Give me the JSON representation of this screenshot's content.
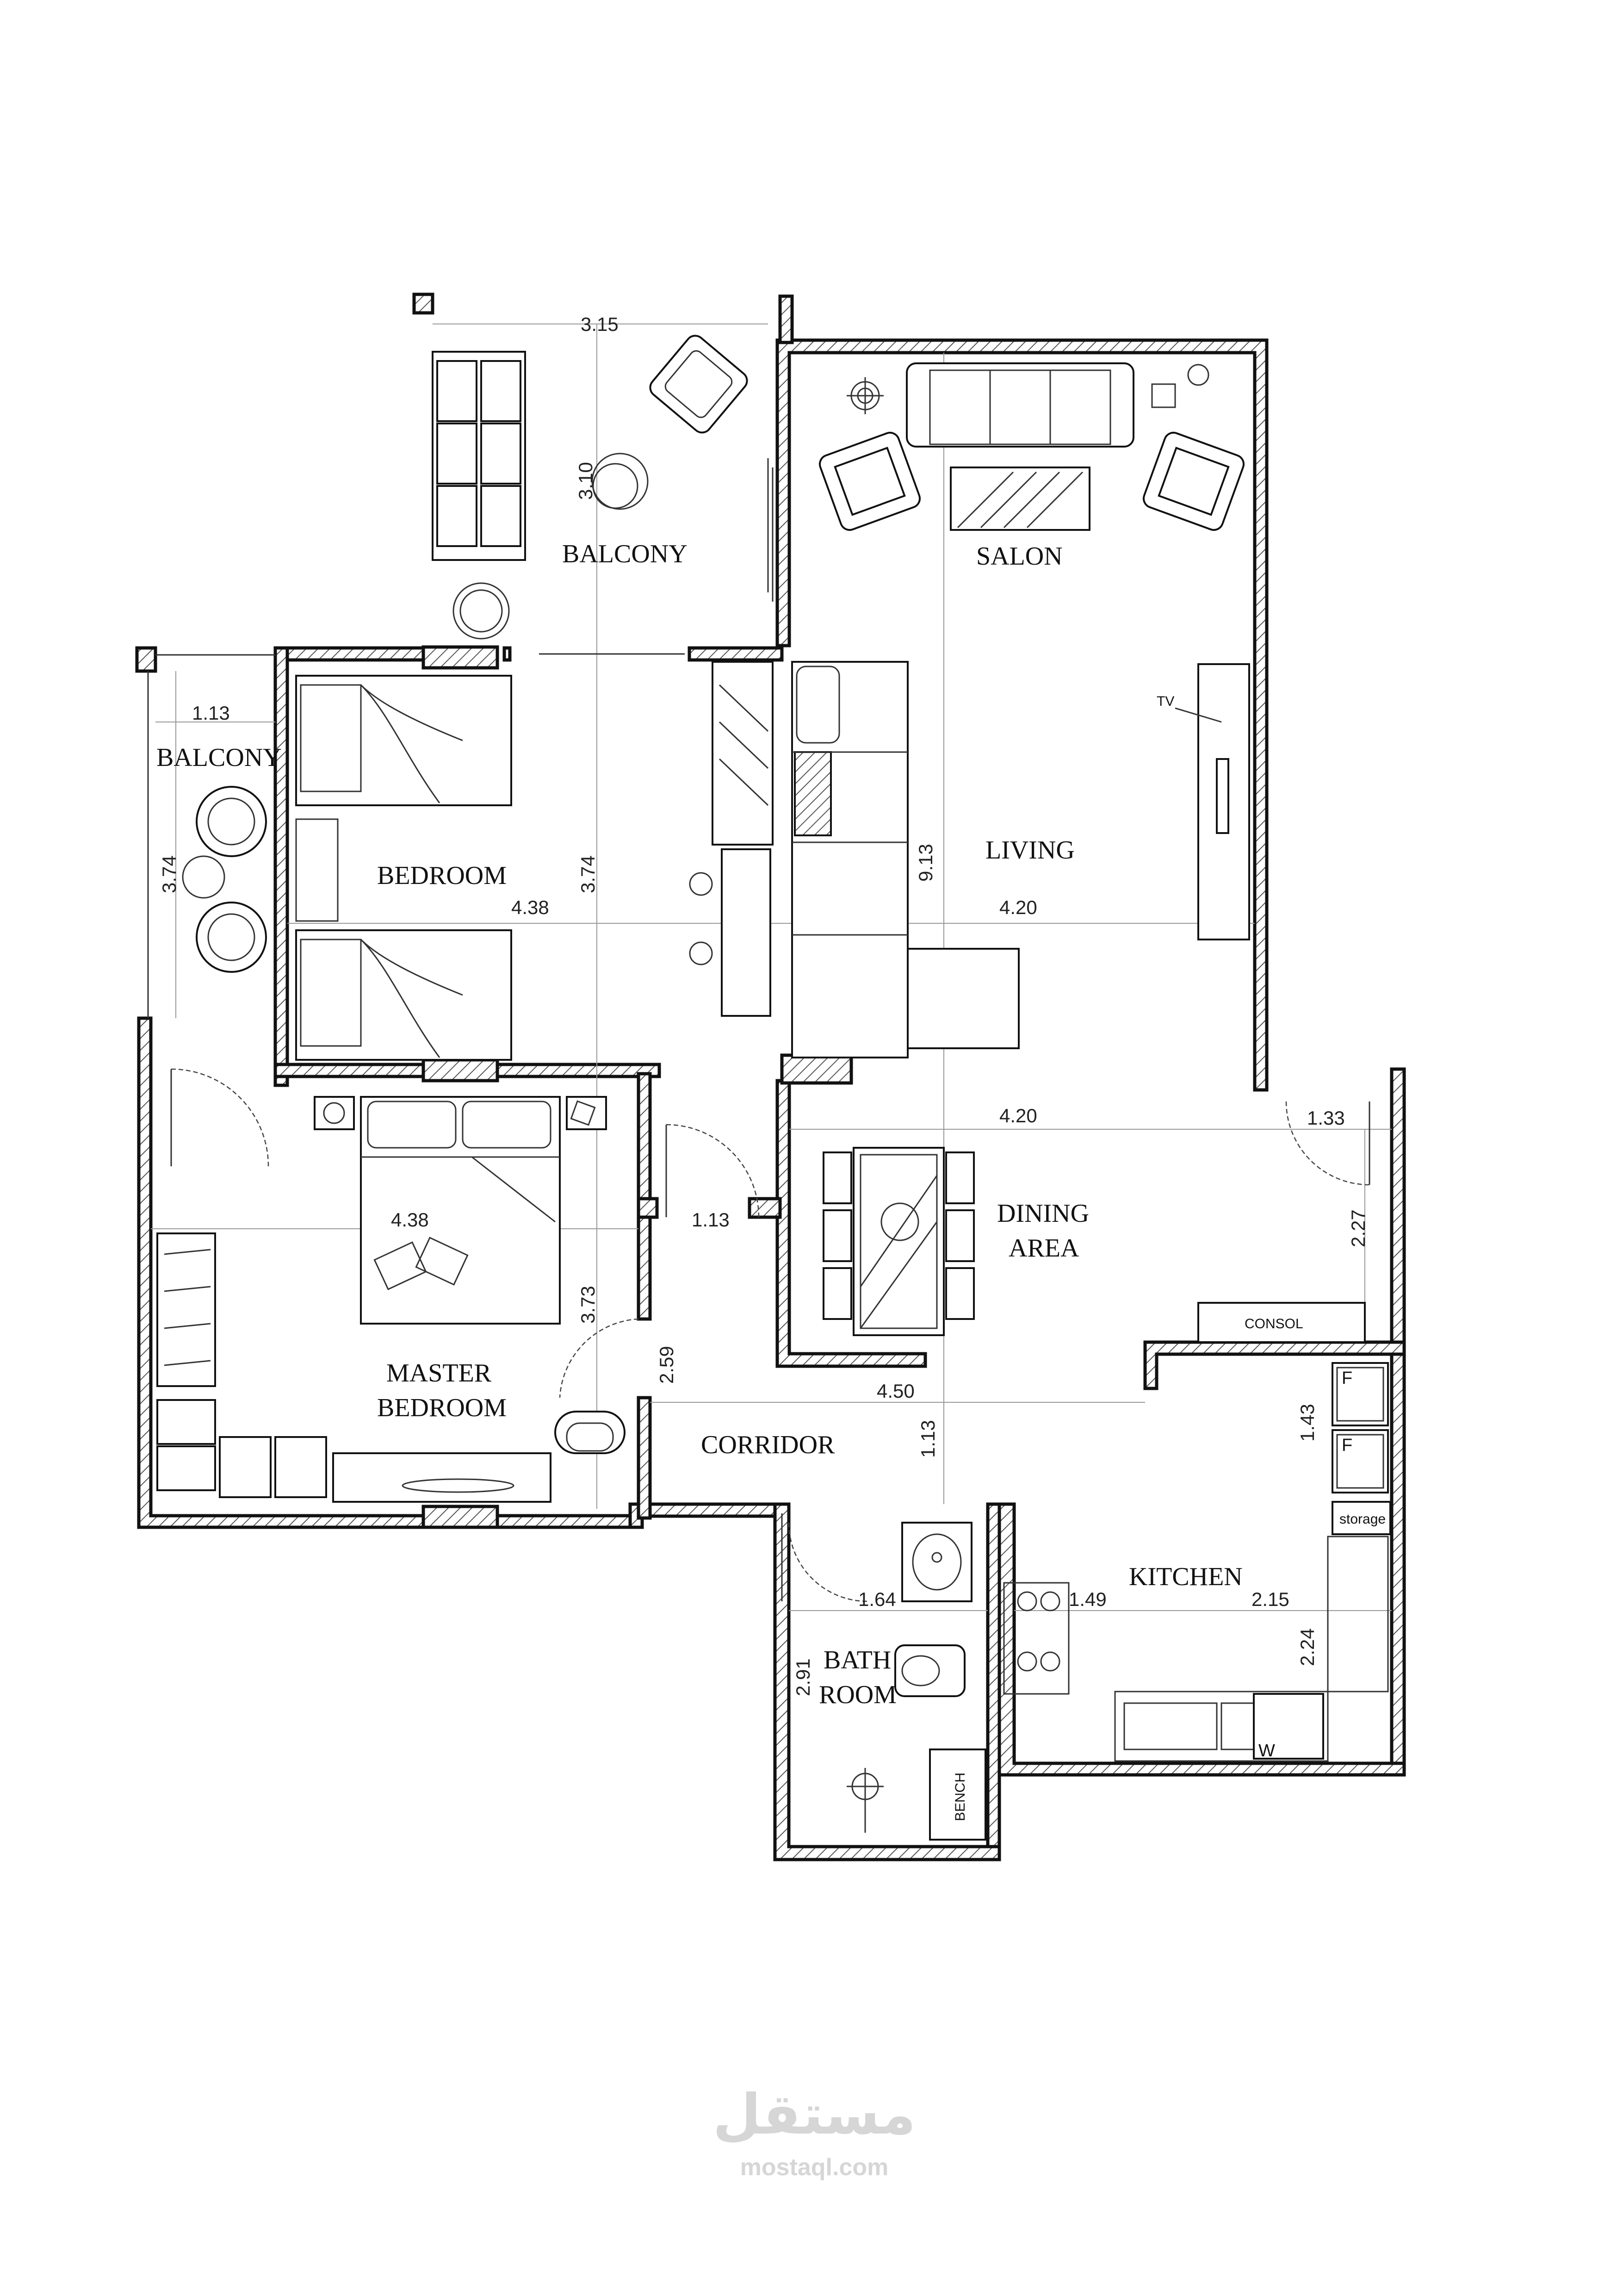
{
  "rooms": {
    "balcony_top": "BALCONY",
    "salon": "SALON",
    "balcony_left": "BALCONY",
    "bedroom": "BEDROOM",
    "living": "LIVING",
    "dining_line1": "DINING",
    "dining_line2": "AREA",
    "master_line1": "MASTER",
    "master_line2": "BEDROOM",
    "corridor": "CORRIDOR",
    "kitchen": "KITCHEN",
    "bath_line1": "BATH",
    "bath_line2": "ROOM"
  },
  "labels": {
    "tv": "TV",
    "consol": "CONSOL",
    "storage": "storage",
    "bench": "BENCH",
    "fridge1": "F",
    "fridge2": "F",
    "washer": "W"
  },
  "dimensions": {
    "balcony_top_w": "3.15",
    "balcony_top_h": "3.10",
    "balcony_left_w": "1.13",
    "balcony_left_h": "3.74",
    "bedroom_w": "4.38",
    "bedroom_h": "3.74",
    "living_h": "9.13",
    "living_w": "4.20",
    "dining_w": "4.20",
    "dining_entry_w": "1.33",
    "dining_h": "2.27",
    "master_w": "4.38",
    "master_h": "3.73",
    "master_door_w": "1.13",
    "corridor_h": "2.59",
    "corridor_w": "4.50",
    "corridor_h2": "1.13",
    "kitchen_fridge_h": "1.43",
    "bath_w": "1.64",
    "kitchen_w1": "1.49",
    "kitchen_w2": "2.15",
    "kitchen_h": "2.24",
    "bath_h": "2.91"
  },
  "watermark": {
    "arabic": "مستقل",
    "latin": "mostaql.com"
  }
}
